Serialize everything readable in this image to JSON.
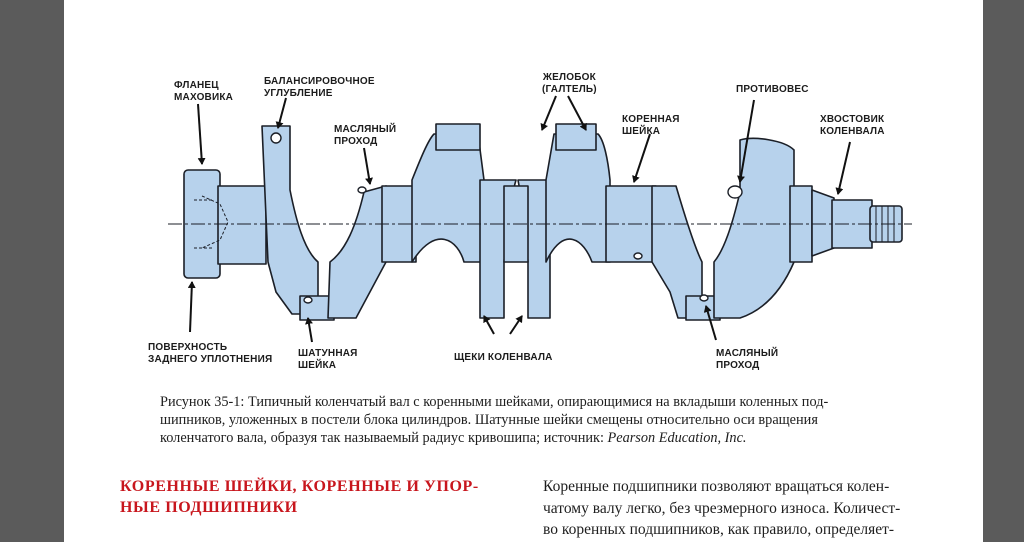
{
  "figure": {
    "labels": {
      "flywheel_flange": [
        "ФЛАНЕЦ",
        "МАХОВИКА"
      ],
      "balance_recess": [
        "БАЛАНСИРОВОЧНОЕ",
        "УГЛУБЛЕНИЕ"
      ],
      "oil_passage_top": [
        "МАСЛЯНЫЙ",
        "ПРОХОД"
      ],
      "fillet": [
        "ЖЕЛОБОК",
        "(ГАЛТЕЛЬ)"
      ],
      "main_journal": [
        "КОРЕННАЯ",
        "ШЕЙКА"
      ],
      "counterweight": [
        "ПРОТИВОВЕС"
      ],
      "crank_nose": [
        "ХВОСТОВИК",
        "КОЛЕНВАЛА"
      ],
      "rear_seal_surface": [
        "ПОВЕРХНОСТЬ",
        "ЗАДНЕГО УПЛОТНЕНИЯ"
      ],
      "rod_journal": [
        "ШАТУННАЯ",
        "ШЕЙКА"
      ],
      "crank_webs": [
        "ЩЕКИ КОЛЕНВАЛА"
      ],
      "oil_passage_bottom": [
        "МАСЛЯНЫЙ",
        "ПРОХОД"
      ]
    },
    "colors": {
      "metal": "#b7d2ec",
      "outline": "#1b1f27",
      "arrow": "#111111"
    }
  },
  "caption": {
    "lines": [
      "Рисунок 35-1: Типичный коленчатый вал с коренными шейками, опирающимися на вкладыши коленных под-",
      "шипников, уложенных в постели блока цилиндров. Шатунные шейки смещены относительно оси вращения",
      "коленчатого вала, образуя так называемый радиус кривошипа; источник: "
    ],
    "source": "Pearson Education, Inc."
  },
  "section": {
    "heading_lines": [
      "КОРЕННЫЕ ШЕЙКИ, КОРЕННЫЕ И УПОР-",
      "НЫЕ ПОДШИПНИКИ"
    ],
    "heading_color": "#c8161d",
    "body_lines": [
      "Коренные подшипники позволяют вращаться колен-",
      "чатому валу легко, без чрезмерного износа. Количест-",
      "во коренных подшипников, как правило, определяет-"
    ]
  }
}
